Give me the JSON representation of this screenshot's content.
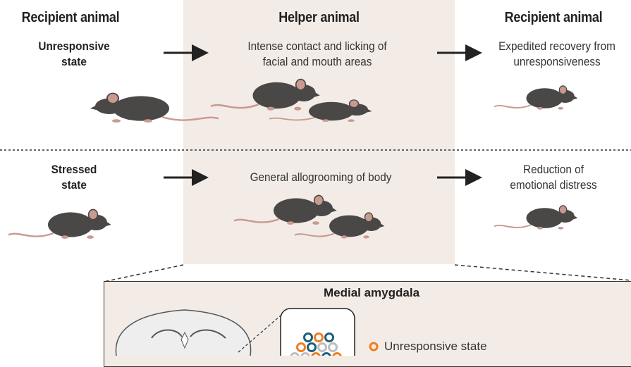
{
  "columns": {
    "left_title": "Recipient animal",
    "middle_title": "Helper animal",
    "right_title": "Recipient animal"
  },
  "rows": [
    {
      "state_label": "Unresponsive state",
      "helper_action": "Intense contact and licking of facial and mouth areas",
      "outcome": "Expedited recovery from unresponsiveness"
    },
    {
      "state_label": "Stressed state",
      "helper_action": "General allogrooming of body",
      "outcome": "Reduction of emotional distress"
    }
  ],
  "inset": {
    "title": "Medial amygdala",
    "legend": [
      {
        "label": "Unresponsive state",
        "color": "#f07d1e"
      }
    ]
  },
  "colors": {
    "panel_bg": "#f3ece6",
    "mouse_fur": "#4a4846",
    "mouse_pink": "#c99a90",
    "neuron_orange": "#f07d1e",
    "neuron_blue": "#1e5f7a",
    "neuron_grey": "#bdbdbd"
  }
}
